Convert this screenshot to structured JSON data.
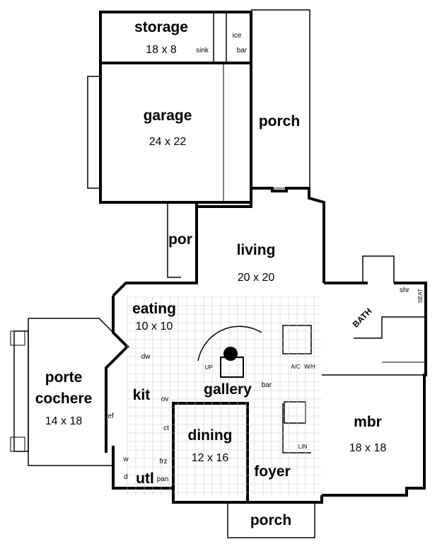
{
  "rooms": {
    "storage": {
      "name": "storage",
      "dims": "18 x 8"
    },
    "garage": {
      "name": "garage",
      "dims": "24 x 22"
    },
    "porch_top": {
      "name": "porch"
    },
    "por": {
      "name": "por"
    },
    "living": {
      "name": "living",
      "dims": "20 x 20"
    },
    "eating": {
      "name": "eating",
      "dims": "10 x 10"
    },
    "porte_cochere": {
      "name": "porte cochere",
      "line1": "porte",
      "line2": "cochere",
      "dims": "14 x 18"
    },
    "kit": {
      "name": "kit"
    },
    "gallery": {
      "name": "gallery"
    },
    "dining": {
      "name": "dining",
      "dims": "12 x 16"
    },
    "foyer": {
      "name": "foyer"
    },
    "mbr": {
      "name": "mbr",
      "dims": "18 x 18"
    },
    "utl": {
      "name": "utl"
    },
    "porch_bottom": {
      "name": "porch"
    },
    "bath": {
      "name": "BATH"
    }
  },
  "fixtures": {
    "ice": "ice",
    "bar_top": "bar",
    "sink": "sink",
    "dw": "dw",
    "ref": "ref",
    "ov": "ov",
    "ct": "ct",
    "frz": "frz",
    "pan": "pan",
    "w": "w",
    "d": "d",
    "up": "UP",
    "bar_gallery": "bar",
    "ac": "A/C",
    "wh": "W/H",
    "shr": "shr",
    "seat": "SEAT",
    "lin": "LIN"
  }
}
